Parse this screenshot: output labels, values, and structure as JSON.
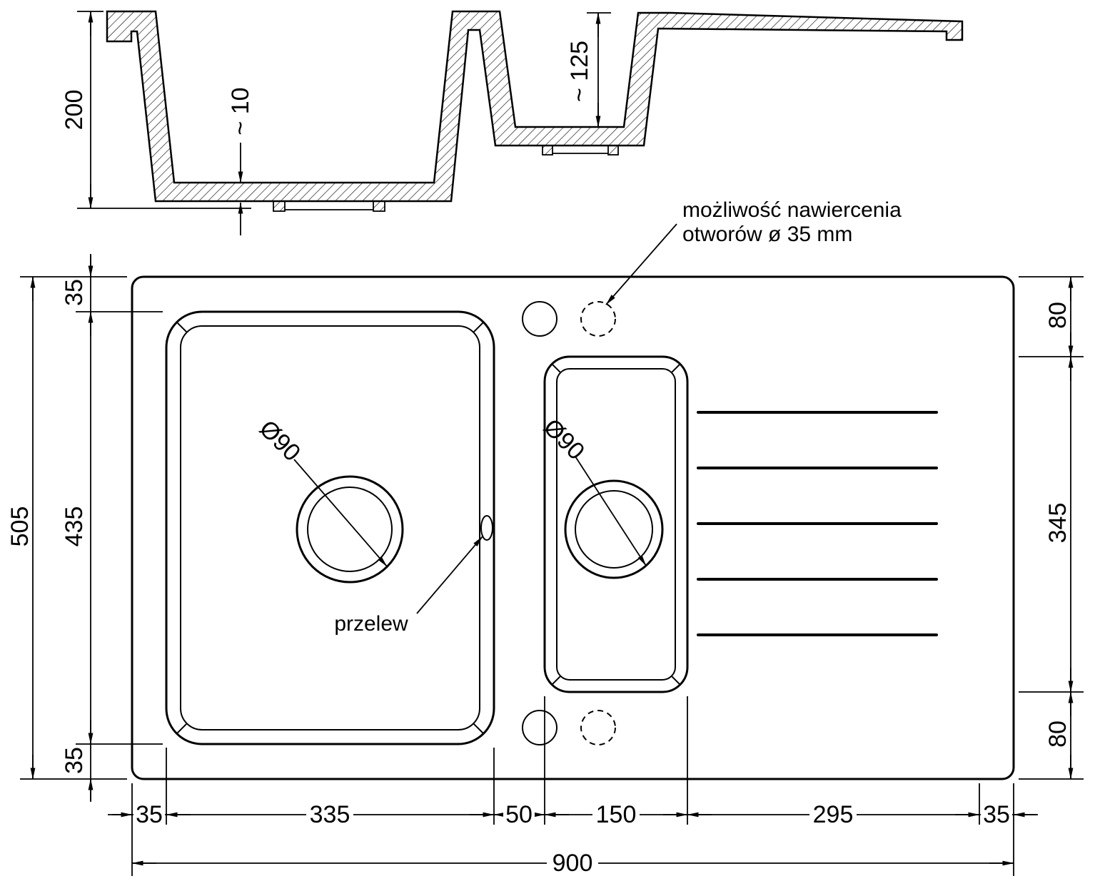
{
  "drawing": {
    "note_line1": "możliwość nawiercenia",
    "note_line2": "otworów ø 35 mm",
    "overflow_label": "przelew",
    "drain_diameter_left": "Ø90",
    "drain_diameter_right": "Ø90"
  },
  "section": {
    "depth_total": "200",
    "bottom_thickness": "~ 10",
    "small_bowl_depth": "~ 125"
  },
  "plan": {
    "width_total": "900",
    "height_total": "505",
    "edge_top": "35",
    "bowl_height": "435",
    "edge_bottom": "35",
    "right_top": "80",
    "drainer_height": "345",
    "right_bottom": "80",
    "w_edge_left": "35",
    "w_bowl": "335",
    "w_divider": "50",
    "w_small_bowl": "150",
    "w_drainer": "295",
    "w_edge_right": "35"
  }
}
